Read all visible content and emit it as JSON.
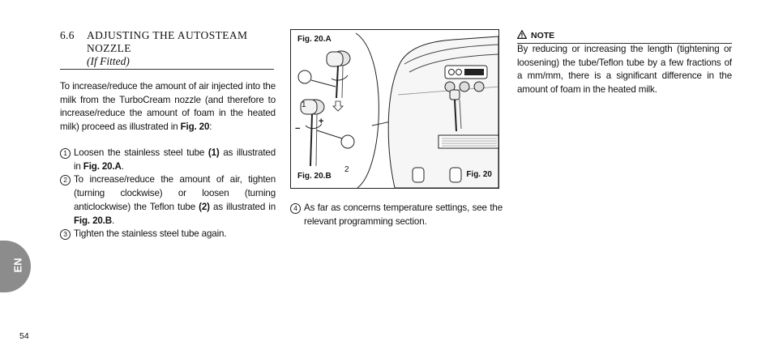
{
  "section": {
    "number": "6.6",
    "title": "ADJUSTING THE AUTOSTEAM NOZZLE",
    "subtitle": "(If Fitted)"
  },
  "intro": {
    "prefix": "To increase/reduce the amount of air injected into the milk from the TurboCream nozzle (and therefore to increase/reduce the amount of foam in the heated milk) proceed as illustrated in ",
    "fig_ref": "Fig. 20",
    "suffix": ":"
  },
  "steps": [
    {
      "num": "1",
      "t1": "Loosen the stainless steel tube ",
      "b1": "(1)",
      "t2": " as illustrated in ",
      "b2": "Fig. 20.A",
      "t3": "."
    },
    {
      "num": "2",
      "t1": "To increase/reduce the amount of air, tighten (turn­ing clockwise) or loosen (turning anticlockwise) the Teflon tube ",
      "b1": "(2)",
      "t2": " as illustrated in ",
      "b2": "Fig. 20.B",
      "t3": "."
    },
    {
      "num": "3",
      "t1": "Tighten the stainless steel tube again.",
      "b1": "",
      "t2": "",
      "b2": "",
      "t3": ""
    }
  ],
  "figure": {
    "label_a": "Fig. 20.A",
    "label_b": "Fig. 20.B",
    "label_main": "Fig. 20",
    "callout_1": "1",
    "callout_2": "2",
    "minus": "−",
    "plus": "+"
  },
  "step4": {
    "num": "4",
    "text": "As far as concerns temperature settings, see the relevant programming section."
  },
  "note": {
    "heading": "NOTE",
    "icon": "warning-triangle-icon",
    "text": "By reducing or increasing the length (tightening or loosening) the tube/Teflon tube by a few fractions of a mm/mm, there is a significant difference in the amount of foam in the heated milk."
  },
  "language_tab": "EN",
  "page_number": "54",
  "colors": {
    "tab": "#8c8c8c",
    "text": "#111111"
  }
}
